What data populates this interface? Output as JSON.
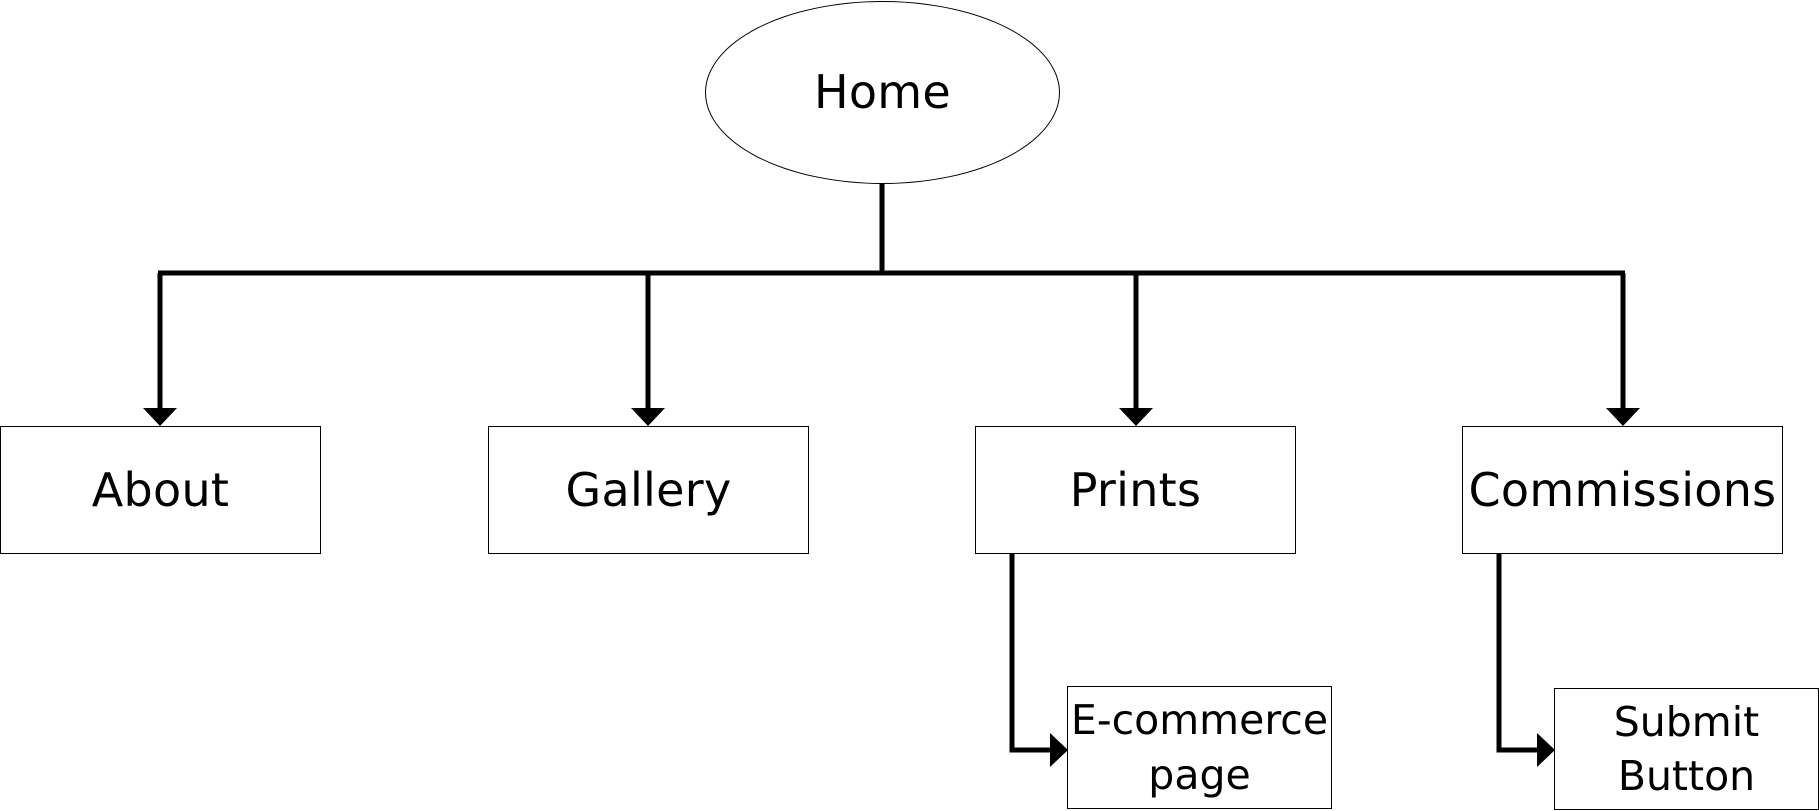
{
  "diagram": {
    "root": {
      "label": "Home"
    },
    "children": [
      {
        "label": "About"
      },
      {
        "label": "Gallery"
      },
      {
        "label": "Prints",
        "child": {
          "line1": "E-commerce",
          "line2": "page"
        }
      },
      {
        "label": "Commissions",
        "child": {
          "line1": "Submit",
          "line2": "Button"
        }
      }
    ]
  }
}
